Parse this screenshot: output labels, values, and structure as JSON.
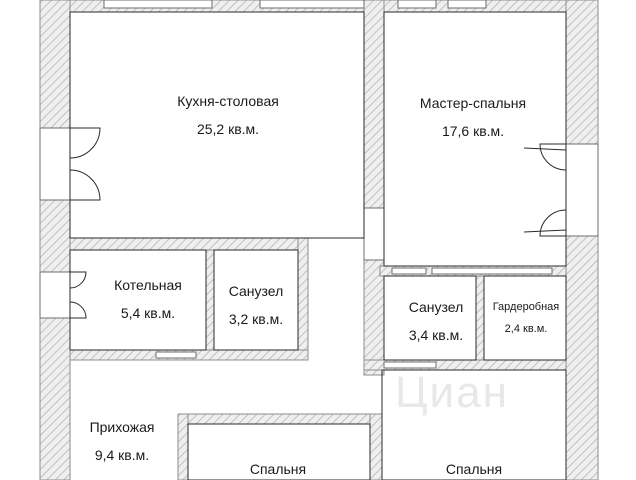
{
  "plan": {
    "wall_color": "#9a9a9a",
    "wall_fill_color": "#e6e6e6",
    "line_color": "#2a2a2a",
    "rooms": {
      "kitchen": {
        "name": "Кухня-столовая",
        "area": "25,2 кв.м."
      },
      "master_bedroom": {
        "name": "Мастер-спальня",
        "area": "17,6 кв.м."
      },
      "boiler": {
        "name": "Котельная",
        "area": "5,4 кв.м."
      },
      "bathroom1": {
        "name": "Санузел",
        "area": "3,2 кв.м."
      },
      "bathroom2": {
        "name": "Санузел",
        "area": "3,4 кв.м."
      },
      "wardrobe": {
        "name": "Гардеробная",
        "area": "2,4 кв.м."
      },
      "hallway": {
        "name": "Прихожая",
        "area": "9,4 кв.м."
      },
      "bedroom1": {
        "name": "Спальня"
      },
      "bedroom2": {
        "name": "Спальня"
      }
    },
    "watermark": "Циан"
  }
}
